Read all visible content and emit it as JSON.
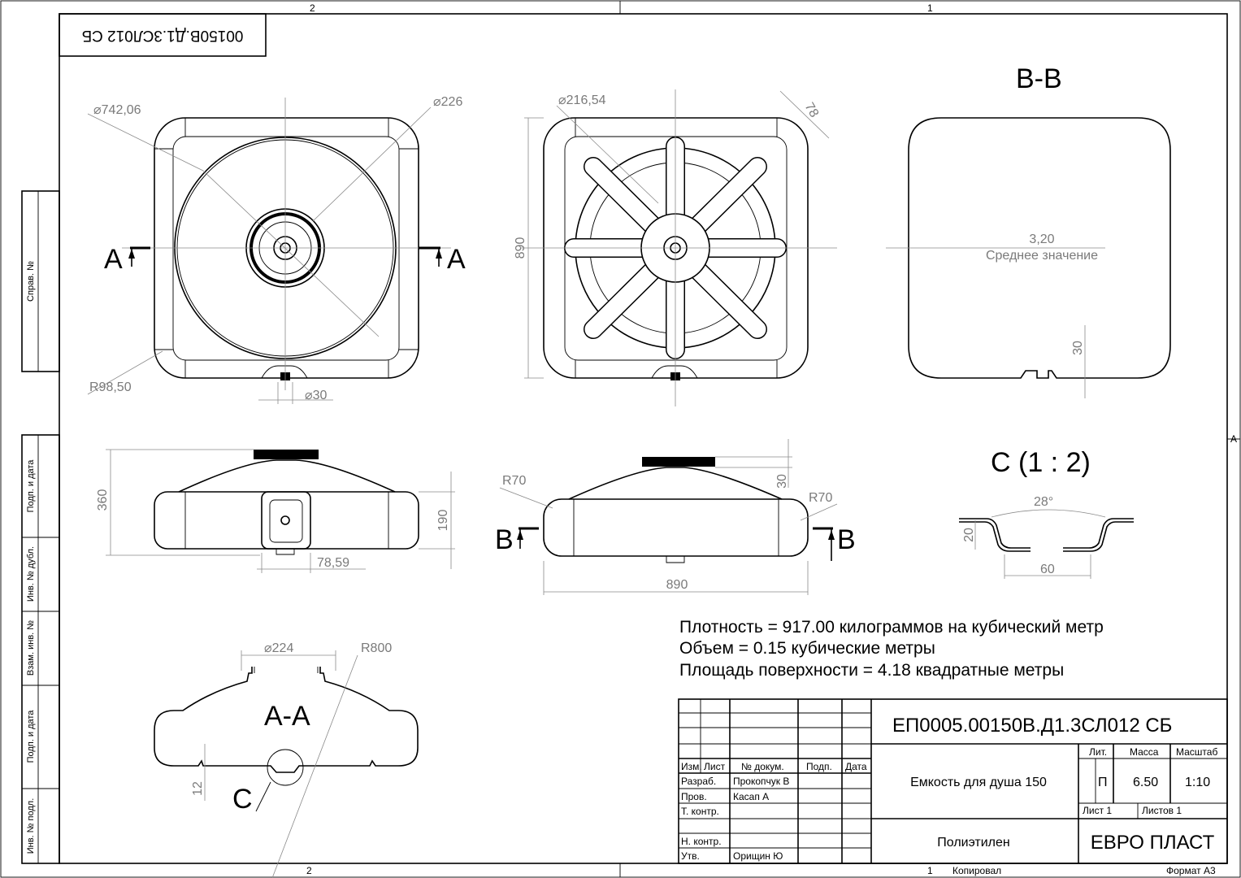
{
  "zones": {
    "top_left": "2",
    "top_right": "1",
    "bottom_left": "2",
    "bottom_right": "1",
    "right_mark": "A"
  },
  "mirrored_code": "00150В.Д1.3СЛ012 СБ",
  "side_labels": [
    "Справ. №",
    "Подп. и дата",
    "Инв. № дубл.",
    "Взам. инв. №",
    "Подп. и дата",
    "Инв. № подл."
  ],
  "view1": {
    "d_outer": "742,06",
    "d_inner": "226",
    "radius": "R98,50",
    "d_port": "30",
    "cut": "A"
  },
  "view2": {
    "d_ring": "216,54",
    "rib": "78",
    "height": "890"
  },
  "section_bb": {
    "title": "B-B",
    "thickness": "3,20",
    "thickness_note": "Среднее значение",
    "notch": "30"
  },
  "side1": {
    "h_total": "360",
    "h_body": "190",
    "width_port": "78,59"
  },
  "side2": {
    "r_left": "R70",
    "r_right": "R70",
    "neck": "30",
    "width": "890",
    "cut": "B"
  },
  "detail_c": {
    "title": "С (1 : 2)",
    "angle": "28°",
    "depth": "20",
    "width": "60"
  },
  "section_aa": {
    "title": "A-A",
    "d_neck": "224",
    "radius": "R800",
    "offset": "12",
    "detail_label": "С"
  },
  "notes": [
    "Плотность = 917.00 килограммов на кубический метр",
    "Объем = 0.15 кубические метры",
    "Площадь поверхности = 4.18 квадратные метры"
  ],
  "title_block": {
    "designation": "ЕП0005.00150В.Д1.3СЛ012 СБ",
    "name": "Емкость для душа 150",
    "material": "Полиэтилен",
    "company": "ЕВРО ПЛАСТ",
    "head_lit": "Лит.",
    "head_mass": "Масса",
    "head_scale": "Масштаб",
    "lit": "П",
    "mass": "6.50",
    "scale": "1:10",
    "sheet": "Лист 1",
    "sheets": "Листов 1",
    "col_izm": "Изм.",
    "col_list": "Лист",
    "col_doc": "№ докум.",
    "col_sign": "Подп.",
    "col_date": "Дата",
    "rows": [
      {
        "role": "Разраб.",
        "name": "Прокопчук В"
      },
      {
        "role": "Пров.",
        "name": "Касап А"
      },
      {
        "role": "Т. контр.",
        "name": ""
      },
      {
        "role": "Н. контр.",
        "name": ""
      },
      {
        "role": "Утв.",
        "name": "Орищин Ю"
      }
    ],
    "copied": "Копировал",
    "format": "Формат А3"
  }
}
